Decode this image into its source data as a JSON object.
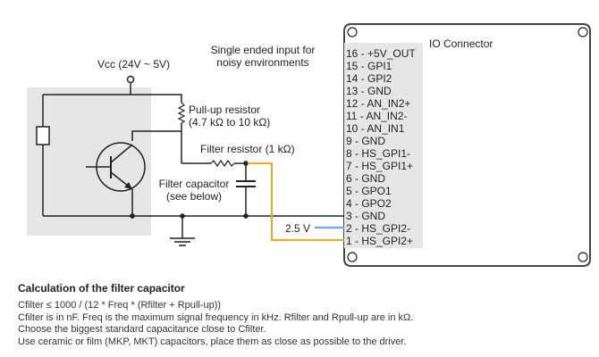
{
  "diagram": {
    "title_note": [
      "Single ended input for",
      "noisy environments"
    ],
    "vcc_label": "Vcc (24V ~ 5V)",
    "pullup_label": [
      "Pull-up resistor",
      "(4.7 kΩ to 10 kΩ)"
    ],
    "filter_resistor_label": "Filter resistor (1 kΩ)",
    "filter_capacitor_label": [
      "Filter capacitor",
      "(see below)"
    ],
    "reference_voltage_label": "2.5 V",
    "connector": {
      "title": "IO Connector",
      "pins": [
        "16 - +5V_OUT",
        "15 - GPI1",
        "14 - GPI2",
        "13 - GND",
        "12 - AN_IN2+",
        "11 - AN_IN2-",
        "10 - AN_IN1",
        "9 - GND",
        "8 - HS_GPI1-",
        "7 - HS_GPI1+",
        "6 - GND",
        "5 - GPO1",
        "4 - GPO2",
        "3 - GND",
        "2 - HS_GPI2-",
        "1 - HS_GPI2+"
      ]
    },
    "colors": {
      "wire": "#222222",
      "signal_wire": "#f5a623",
      "reference_wire": "#7aa7e0",
      "sensor_background": "#e6e6e6"
    }
  },
  "calculation": {
    "heading": "Calculation of the filter capacitor",
    "lines": [
      "Cfilter ≤  1000 / (12 * Freq * (Rfilter + Rpull-up))",
      "Cfilter is in nF. Freq is the maximum signal frequency in kHz. Rfilter and Rpull-up are in kΩ.",
      "Choose the biggest standard capacitance close to Cfilter.",
      "Use ceramic or film (MKP, MKT) capacitors, place them as close as possible to the driver."
    ]
  }
}
